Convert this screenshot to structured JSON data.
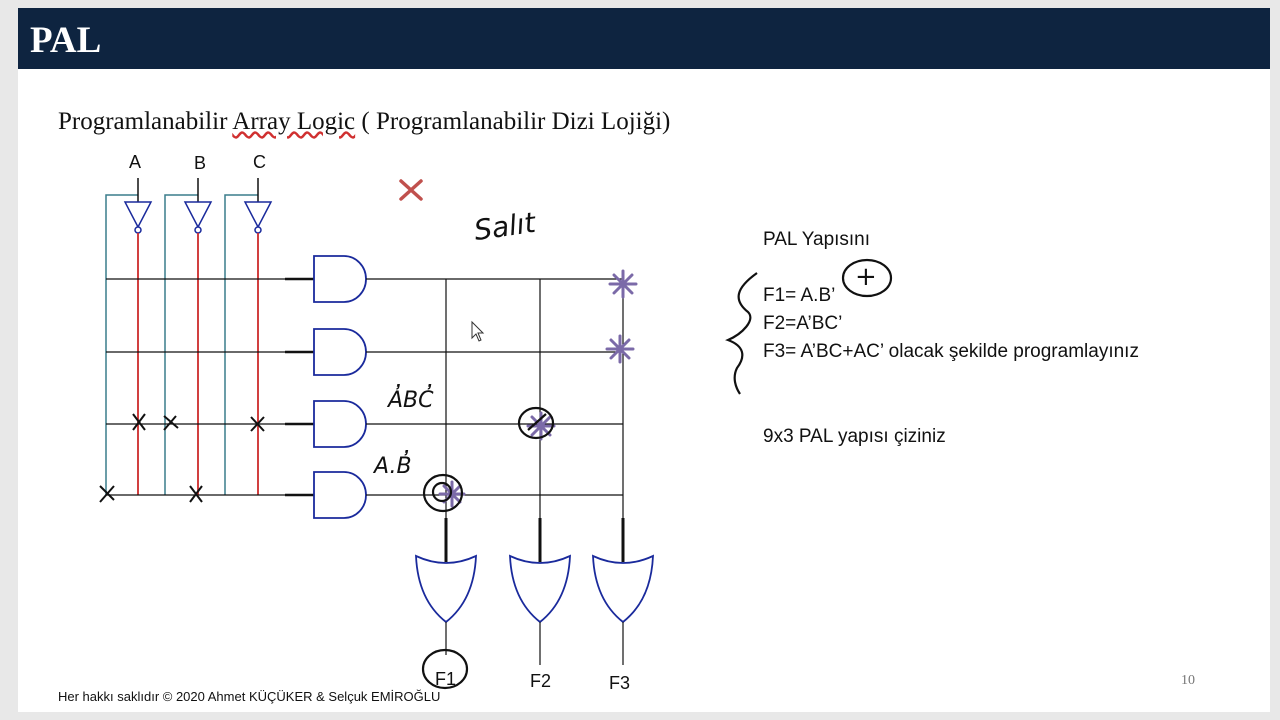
{
  "slide": {
    "title": "PAL",
    "subtitle_pre": "Programlanabilir ",
    "subtitle_marked": "Array Logic",
    "subtitle_post": " ( Programlanabilir Dizi Lojiği)",
    "footer": "Her hakkı saklıdır © 2020  Ahmet KÜÇÜKER & Selçuk EMİROĞLU",
    "page_number": "10"
  },
  "diagram": {
    "inputs": [
      "A",
      "B",
      "C"
    ],
    "outputs": [
      "F1",
      "F2",
      "F3"
    ],
    "annotations": {
      "salit": "Salıt",
      "abc_note": "A̓BC̓",
      "ab_note": "A.B̓",
      "plus": "+"
    },
    "colors": {
      "direct_line": "#3a7d8c",
      "inverted_line": "#cc2a2a",
      "gate_outline": "#1a2a9c",
      "marker": "#7b6aa8",
      "cross_mark": "#c0504d"
    }
  },
  "task": {
    "heading": "PAL Yapısını",
    "f1": "F1= A.B’",
    "f2": "F2=A’BC’",
    "f3": "F3= A’BC+AC’ olacak şekilde programlayınız",
    "exercise": "9x3 PAL yapısı çiziniz"
  }
}
